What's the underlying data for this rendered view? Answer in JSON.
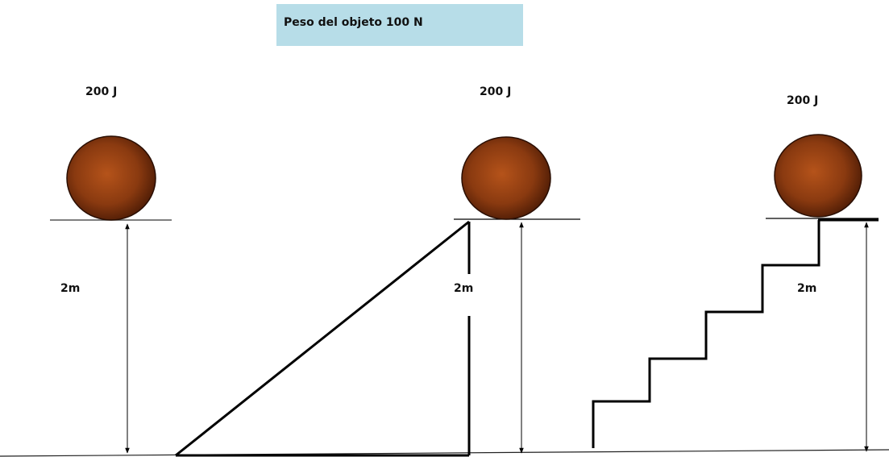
{
  "title": "Peso del objeto 100 N",
  "colors": {
    "title_bg": "#b7dde8",
    "ball_center": "#b5531a",
    "ball_edge": "#4a1a05",
    "line": "#000000"
  },
  "scenarios": [
    {
      "energy": "200 J",
      "height": "2m"
    },
    {
      "energy": "200 J",
      "height": "2m"
    },
    {
      "energy": "200 J",
      "height": "2m"
    }
  ]
}
